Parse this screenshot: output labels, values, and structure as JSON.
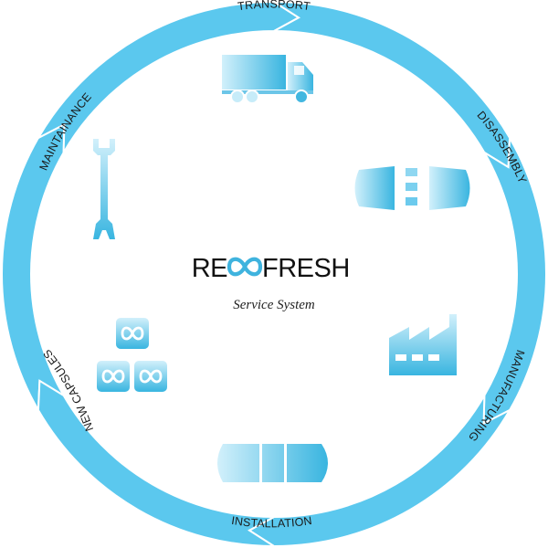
{
  "brand": {
    "name_left": "RE",
    "name_right": "FRESH",
    "subtitle": "Service System"
  },
  "cycle": {
    "stages": [
      {
        "label": "TRANSPORT",
        "icon": "truck-icon"
      },
      {
        "label": "DISASSEMBLY",
        "icon": "disassembled-capsule-icon"
      },
      {
        "label": "MANUFACTURING",
        "icon": "factory-icon"
      },
      {
        "label": "INSTALLATION",
        "icon": "capsule-icon"
      },
      {
        "label": "NEW CAPSULES",
        "icon": "capsule-stack-icon"
      },
      {
        "label": "MAINTAINANCE",
        "icon": "wrench-icon"
      }
    ]
  },
  "colors": {
    "ring": "#5bc8ee",
    "ring_dark": "#3fb3de",
    "icon_light": "#cdeef9",
    "icon_dark": "#38b5e0"
  }
}
